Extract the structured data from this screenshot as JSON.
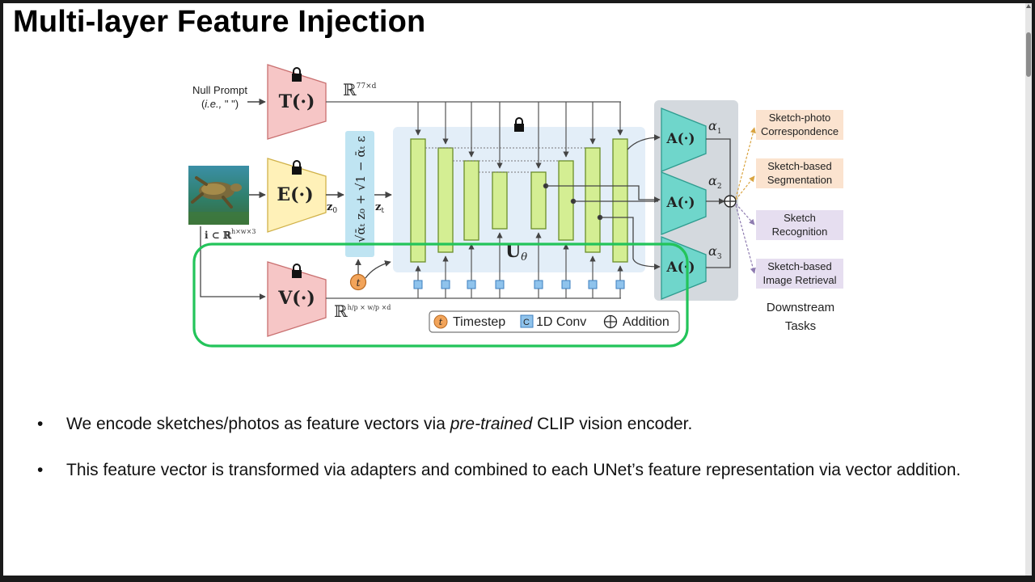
{
  "slide": {
    "title": "Multi-layer Feature Injection",
    "bullets": [
      {
        "marker": "•",
        "pre": "We encode sketches/photos as feature vectors via ",
        "em": "pre-trained",
        "post": " CLIP vision encoder."
      },
      {
        "marker": "•",
        "pre": "This feature vector is transformed via adapters and combined to each UNet’s feature representation via vector addition.",
        "em": "",
        "post": ""
      }
    ]
  },
  "diagram": {
    "null_prompt_line1": "Null Prompt",
    "null_prompt_line2_italic": "i.e.,",
    "null_prompt_line2_rest": " \" \")",
    "null_prompt_paren": "(",
    "text_encoder": "T(·)",
    "text_dim": "ℝ",
    "text_dim_sup": "77×d",
    "image_encoder": "E(·)",
    "z0": "z",
    "z0_sub": "0",
    "zt": "z",
    "zt_sub": "t",
    "input_dim": "i ⊂ ℝ",
    "input_dim_sup": "h×w×3",
    "noise_formula": "√ᾱₜ z₀ + √1 − ᾱₜ ε",
    "vision_encoder": "V(·)",
    "vision_dim": "ℝ",
    "vision_dim_sup": "h/p × w/p ×d",
    "unet_label": "U",
    "unet_sub": "θ",
    "timestep_symbol": "t",
    "adapter": "A(·)",
    "alphas": [
      "α",
      "α",
      "α"
    ],
    "alpha_subs": [
      "1",
      "2",
      "3"
    ],
    "legend": {
      "t_icon": "t",
      "timestep": "Timestep",
      "c_icon": "C",
      "conv": "1D Conv",
      "addition": "Addition"
    },
    "tasks": [
      {
        "line1": "Sketch-photo",
        "line2": "Correspondence",
        "color": "#fbe3cf"
      },
      {
        "line1": "Sketch-based",
        "line2": "Segmentation",
        "color": "#fbe3cf"
      },
      {
        "line1": "Sketch",
        "line2": "Recognition",
        "color": "#e6def0"
      },
      {
        "line1": "Sketch-based",
        "line2": "Image Retrieval",
        "color": "#e6def0"
      }
    ],
    "downstream_line1": "Downstream",
    "downstream_line2": "Tasks",
    "colors": {
      "encoder_pink": "#f6c6c6",
      "encoder_yellow": "#fff1b8",
      "adapter_teal": "#6fd6cb",
      "unet_green": "#d4ee93",
      "highlight_green": "#23c45a",
      "unet_bg": "#e3eef8",
      "adapter_bg": "#d4d9de",
      "noise_blue": "#bfe4f2",
      "timestep_orange": "#f2a45a"
    }
  }
}
